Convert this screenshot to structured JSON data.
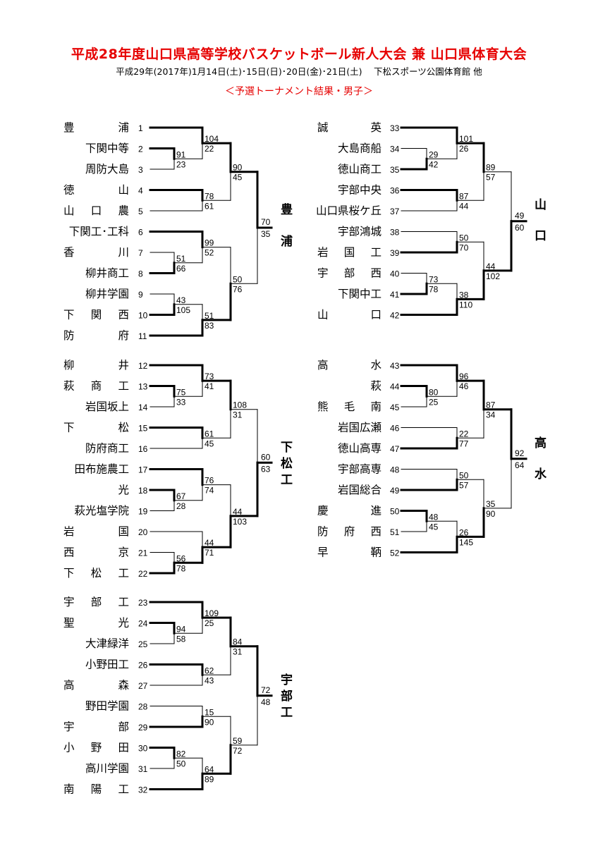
{
  "header": {
    "title": "平成28年度山口県高等学校バスケットボール新人大会 兼 山口県体育大会",
    "subtitle": "平成29年(2017年)1月14日(土)･15日(日)･20日(金)･21日(土)　 下松スポーツ公園体育館 他",
    "section": "＜予選トーナメント結果・男子＞"
  },
  "blocks": [
    {
      "winner": [
        "豊",
        "浦"
      ],
      "teams": [
        {
          "no": "1",
          "name": "豊　　　浦"
        },
        {
          "no": "2",
          "name": "下関中等"
        },
        {
          "no": "3",
          "name": "周防大島"
        },
        {
          "no": "4",
          "name": "徳　　　山"
        },
        {
          "no": "5",
          "name": "山　口　農"
        },
        {
          "no": "6",
          "name": "下関工･工科"
        },
        {
          "no": "7",
          "name": "香　　　川"
        },
        {
          "no": "8",
          "name": "柳井商工"
        },
        {
          "no": "9",
          "name": "柳井学園"
        },
        {
          "no": "10",
          "name": "下　関　西"
        },
        {
          "no": "11",
          "name": "防　　　府"
        }
      ],
      "scores": {
        "r1": [
          [
            "91",
            "23"
          ],
          [
            "51",
            "66"
          ],
          [
            "43",
            "105"
          ]
        ],
        "r2": [
          [
            "104",
            "22"
          ],
          [
            "78",
            "61"
          ],
          [
            "99",
            "52"
          ],
          [
            "51",
            "83"
          ]
        ],
        "r3": [
          [
            "90",
            "45"
          ],
          [
            "50",
            "76"
          ]
        ],
        "final": [
          "70",
          "35"
        ]
      }
    },
    {
      "winner": [
        "山",
        "口"
      ],
      "teams": [
        {
          "no": "33",
          "name": "誠　　　英"
        },
        {
          "no": "34",
          "name": "大島商船"
        },
        {
          "no": "35",
          "name": "徳山商工"
        },
        {
          "no": "36",
          "name": "宇部中央"
        },
        {
          "no": "37",
          "name": "山口県桜ケ丘"
        },
        {
          "no": "38",
          "name": "宇部鴻城"
        },
        {
          "no": "39",
          "name": "岩　国　工"
        },
        {
          "no": "40",
          "name": "宇　部　西"
        },
        {
          "no": "41",
          "name": "下関中工"
        },
        {
          "no": "42",
          "name": "山　　　口"
        }
      ],
      "scores": {
        "r1": [
          [
            "29",
            "42"
          ],
          [
            "73",
            "78"
          ]
        ],
        "r2": [
          [
            "101",
            "26"
          ],
          [
            "87",
            "44"
          ],
          [
            "50",
            "70"
          ],
          [
            "38",
            "110"
          ]
        ],
        "r3": [
          [
            "89",
            "57"
          ],
          [
            "44",
            "102"
          ]
        ],
        "final": [
          "49",
          "60"
        ]
      }
    },
    {
      "winner": [
        "下",
        "松",
        "工"
      ],
      "teams": [
        {
          "no": "12",
          "name": "柳　　　井"
        },
        {
          "no": "13",
          "name": "萩　商　工"
        },
        {
          "no": "14",
          "name": "岩国坂上"
        },
        {
          "no": "15",
          "name": "下　　　松"
        },
        {
          "no": "16",
          "name": "防府商工"
        },
        {
          "no": "17",
          "name": "田布施農工"
        },
        {
          "no": "18",
          "name": "光"
        },
        {
          "no": "19",
          "name": "萩光塩学院"
        },
        {
          "no": "20",
          "name": "岩　　　国"
        },
        {
          "no": "21",
          "name": "西　　　京"
        },
        {
          "no": "22",
          "name": "下　松　工"
        }
      ],
      "scores": {
        "r1": [
          [
            "75",
            "33"
          ],
          [
            "67",
            "28"
          ],
          [
            "56",
            "78"
          ]
        ],
        "r2": [
          [
            "73",
            "41"
          ],
          [
            "61",
            "45"
          ],
          [
            "76",
            "74"
          ],
          [
            "44",
            "71"
          ]
        ],
        "r3": [
          [
            "108",
            "31"
          ],
          [
            "44",
            "103"
          ]
        ],
        "final": [
          "60",
          "63"
        ]
      }
    },
    {
      "winner": [
        "高",
        "水"
      ],
      "teams": [
        {
          "no": "43",
          "name": "高　　　水"
        },
        {
          "no": "44",
          "name": "萩"
        },
        {
          "no": "45",
          "name": "熊　毛　南"
        },
        {
          "no": "46",
          "name": "岩国広瀬"
        },
        {
          "no": "47",
          "name": "徳山高専"
        },
        {
          "no": "48",
          "name": "宇部高専"
        },
        {
          "no": "49",
          "name": "岩国総合"
        },
        {
          "no": "50",
          "name": "慶　　　進"
        },
        {
          "no": "51",
          "name": "防　府　西"
        },
        {
          "no": "52",
          "name": "早　　　鞆"
        }
      ],
      "scores": {
        "r1": [
          [
            "80",
            "25"
          ],
          [
            "48",
            "45"
          ]
        ],
        "r2": [
          [
            "96",
            "46"
          ],
          [
            "22",
            "77"
          ],
          [
            "50",
            "57"
          ],
          [
            "26",
            "145"
          ]
        ],
        "r3": [
          [
            "87",
            "34"
          ],
          [
            "35",
            "90"
          ]
        ],
        "final": [
          "92",
          "64"
        ]
      }
    },
    {
      "winner": [
        "宇",
        "部",
        "工"
      ],
      "teams": [
        {
          "no": "23",
          "name": "宇　部　工"
        },
        {
          "no": "24",
          "name": "聖　　　光"
        },
        {
          "no": "25",
          "name": "大津緑洋"
        },
        {
          "no": "26",
          "name": "小野田工"
        },
        {
          "no": "27",
          "name": "高　　　森"
        },
        {
          "no": "28",
          "name": "野田学園"
        },
        {
          "no": "29",
          "name": "宇　　　部"
        },
        {
          "no": "30",
          "name": "小　野　田"
        },
        {
          "no": "31",
          "name": "高川学園"
        },
        {
          "no": "32",
          "name": "南　陽　工"
        }
      ],
      "scores": {
        "r1": [
          [
            "94",
            "58"
          ],
          [
            "82",
            "50"
          ]
        ],
        "r2": [
          [
            "109",
            "25"
          ],
          [
            "62",
            "43"
          ],
          [
            "15",
            "90"
          ],
          [
            "64",
            "89"
          ]
        ],
        "r3": [
          [
            "84",
            "31"
          ],
          [
            "59",
            "72"
          ]
        ],
        "final": [
          "72",
          "48"
        ]
      }
    }
  ]
}
